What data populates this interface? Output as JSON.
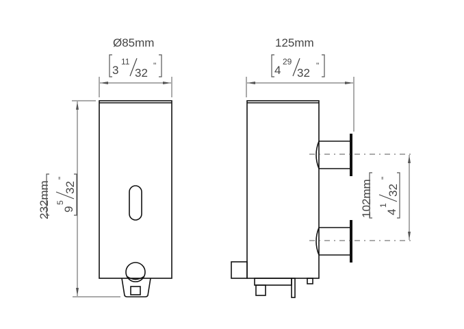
{
  "front_view": {
    "width_mm": "Ø85mm",
    "width_in_whole": "3",
    "width_in_num": "11",
    "width_in_den": "32",
    "height_mm": "232mm",
    "height_in_whole": "9",
    "height_in_num": "5",
    "height_in_den": "32",
    "inch_mark": "\""
  },
  "side_view": {
    "depth_mm": "125mm",
    "depth_in_whole": "4",
    "depth_in_num": "29",
    "depth_in_den": "32",
    "spacing_mm": "102mm",
    "spacing_in_whole": "4",
    "spacing_in_num": "1",
    "spacing_in_den": "32",
    "inch_mark": "\""
  }
}
